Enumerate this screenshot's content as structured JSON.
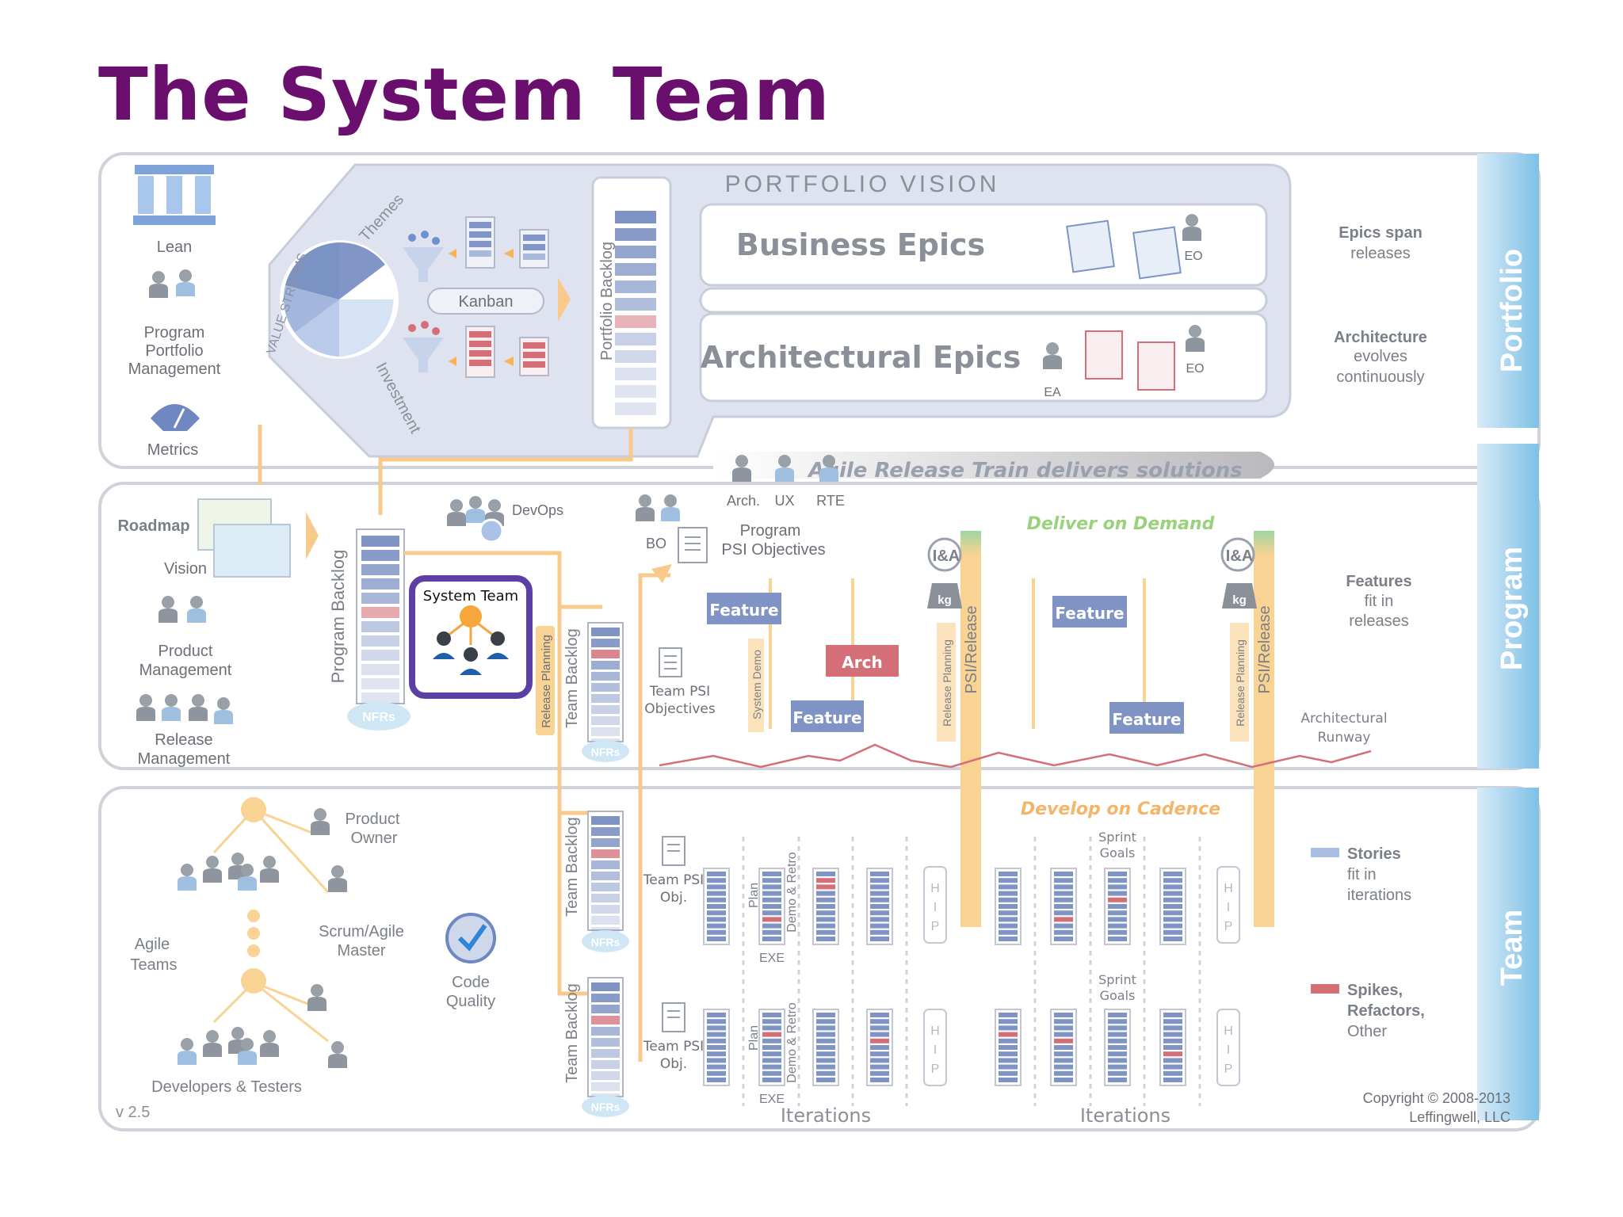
{
  "title": "The System Team",
  "portfolio": {
    "vision": "PORTFOLIO VISION",
    "lean": "Lean",
    "ppm": [
      "Program",
      "Portfolio",
      "Management"
    ],
    "metrics": "Metrics",
    "value_streams": "VALUE STREAMS",
    "themes": "Themes",
    "investment": "Investment",
    "kanban": "Kanban",
    "portfolio_backlog": "Portfolio Backlog",
    "business_epics": "Business Epics",
    "architectural_epics": "Architectural Epics",
    "eo": "EO",
    "ea": "EA",
    "side_epics": [
      "Epics span",
      "releases"
    ],
    "side_arch": [
      "Architecture",
      "evolves",
      "continuously"
    ],
    "band_label": "Portfolio"
  },
  "program": {
    "art_banner": "Agile Release Train delivers solutions",
    "arch": "Arch.",
    "ux": "UX",
    "rte": "RTE",
    "roadmap": "Roadmap",
    "vision": "Vision",
    "product_mgmt": [
      "Product",
      "Management"
    ],
    "release_mgmt": [
      "Release",
      "Management"
    ],
    "program_backlog": "Program Backlog",
    "nfrs": "NFRs",
    "devops": "DevOps",
    "bo": "BO",
    "program_psi": [
      "Program",
      "PSI Objectives"
    ],
    "system_team": "System Team",
    "release_planning": "Release Planning",
    "team_backlog": "Team Backlog",
    "team_psi": [
      "Team PSI",
      "Objectives"
    ],
    "deliver_on_demand": "Deliver on Demand",
    "feature": "Feature",
    "arch_block": "Arch",
    "system_demo": "System Demo",
    "ia": "I&A",
    "kg": "kg",
    "psi_release": "PSI/Release",
    "side_features": [
      "Features",
      "fit in",
      "releases"
    ],
    "arch_runway": [
      "Architectural",
      "Runway"
    ],
    "band_label": "Program"
  },
  "team": {
    "product_owner": [
      "Product",
      "Owner"
    ],
    "scrum_master": [
      "Scrum/Agile",
      "Master"
    ],
    "agile_teams": [
      "Agile",
      "Teams"
    ],
    "code_quality": [
      "Code",
      "Quality"
    ],
    "devs_testers": "Developers & Testers",
    "develop_on_cadence": "Develop on Cadence",
    "sprint_goals": [
      "Sprint",
      "Goals"
    ],
    "team_psi_obj": [
      "Team PSI",
      "Obj."
    ],
    "plan": "Plan",
    "exe": "EXE",
    "demo_retro": "Demo & Retro",
    "hip": [
      "H",
      "I",
      "P"
    ],
    "iterations": "Iterations",
    "legend_stories": [
      "Stories",
      "fit in",
      "iterations"
    ],
    "legend_spikes": [
      "Spikes,",
      "Refactors,",
      "Other"
    ],
    "version": "v 2.5",
    "copyright": [
      "Copyright © 2008-2013",
      "Leffingwell, LLC"
    ],
    "band_label": "Team"
  },
  "colors": {
    "title": "#6a0f6d",
    "blue": "#7f94c4",
    "red": "#d46f78",
    "orange": "#f6b35a",
    "band_blue": "#8cc4e6",
    "system_team_border": "#5b3fa2"
  }
}
